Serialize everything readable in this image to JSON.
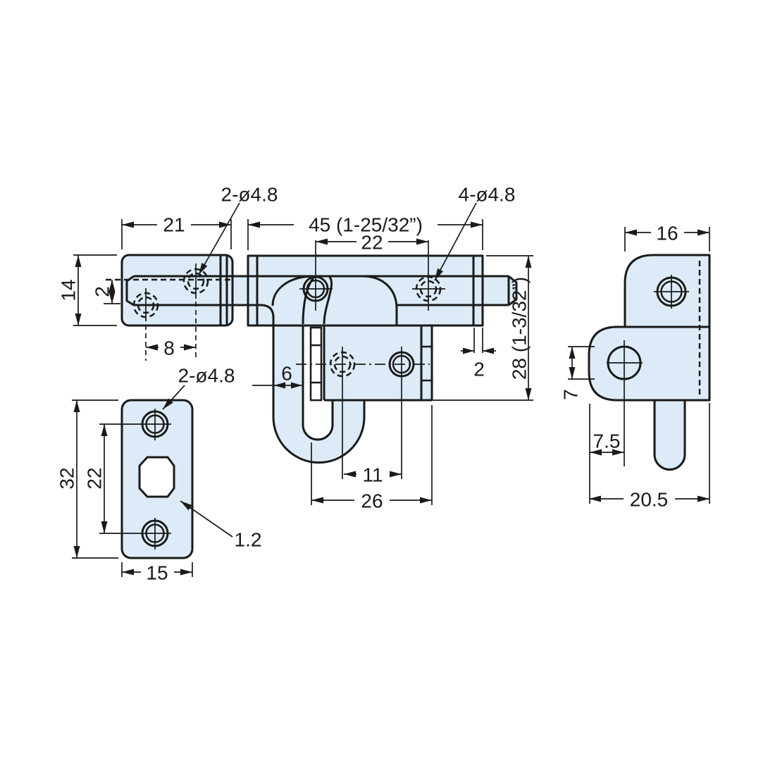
{
  "colors": {
    "background": "#ffffff",
    "part_fill": "#dcebf7",
    "line": "#1a1a1a"
  },
  "main_view": {
    "hole_note_left": "2-ø4.8",
    "hole_note_right": "4-ø4.8",
    "dim_bracket_width": "21",
    "dim_body_width": "45 (1-25/32”)",
    "dim_hole_span_top": "22",
    "dim_bracket_height": "14",
    "dim_rod_offset": "2",
    "dim_bracket_hole_span": "8",
    "dim_knob_width": "6",
    "dim_flange_thickness": "2",
    "dim_total_height": "28 (1-3/32”)",
    "dim_hole_span_lower": "11",
    "dim_lower_width": "26"
  },
  "strike_plate_view": {
    "hole_note": "2-ø4.8",
    "dim_height": "32",
    "dim_hole_span": "22",
    "dim_width": "15",
    "dim_thickness": "1.2"
  },
  "side_view": {
    "dim_top_width": "16",
    "dim_hole_diameter": "7",
    "dim_hole_offset": "7.5",
    "dim_total_width": "20.5"
  }
}
